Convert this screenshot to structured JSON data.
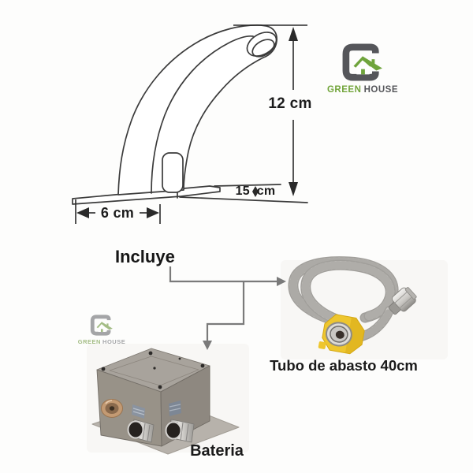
{
  "brand": {
    "green_word": "GREEN",
    "house_word": "HOUSE",
    "green_color": "#72A53B",
    "gray_color": "#55565A"
  },
  "diagram": {
    "height_label": "12 cm",
    "depth_label": "15 cm",
    "width_label": "6 cm"
  },
  "includes": {
    "heading": "Incluye",
    "items": [
      {
        "name": "supply-hose",
        "label": "Tubo de abasto 40cm"
      },
      {
        "name": "battery-box",
        "label": "Bateria"
      }
    ]
  },
  "colors": {
    "line_art": "#3b3b3b",
    "connector_gray": "#7a7a7a",
    "hose_fitting_yellow": "#eec62e",
    "hose_braid_gray": "#c9c7c3",
    "battery_box_gray": "#989288",
    "copper_knob": "#c39a73",
    "background": "#fdfdfc"
  },
  "icons": {
    "greenhouse-logo-icon": "gray G with green-roof house",
    "arrow-icons": "dimension and connector arrows"
  }
}
